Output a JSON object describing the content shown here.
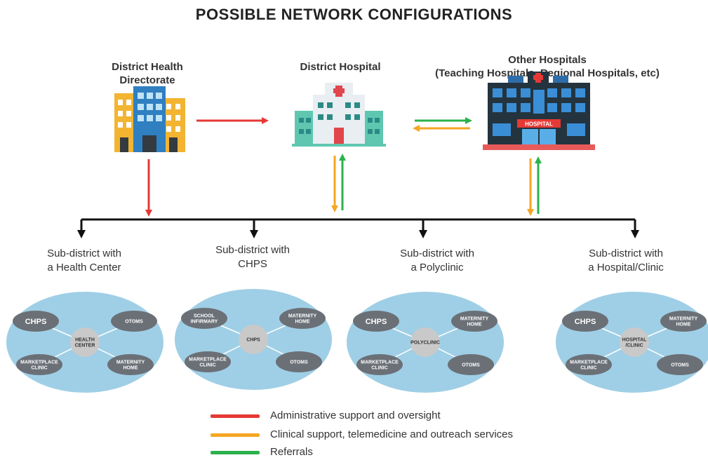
{
  "title": "POSSIBLE NETWORK CONFIGURATIONS",
  "top_nodes": {
    "dhd": {
      "line1": "District Health",
      "line2": "Directorate"
    },
    "dh": {
      "label": "District Hospital"
    },
    "oh": {
      "line1": "Other Hospitals",
      "line2": "(Teaching Hospitals, Regional Hospitals, etc)"
    }
  },
  "hospital_sign": "HOSPITAL",
  "subdistricts": [
    {
      "line1": "Sub-district with",
      "line2": "a Health Center",
      "hub": [
        "HEALTH",
        "CENTER"
      ],
      "nodes": [
        [
          "CHPS"
        ],
        [
          "OTOMS"
        ],
        [
          "MARKETPLACE",
          "CLINIC"
        ],
        [
          "MATERNITY",
          "HOME"
        ]
      ]
    },
    {
      "line1": "Sub-district with",
      "line2": "CHPS",
      "hub": [
        "CHPS"
      ],
      "nodes": [
        [
          "SCHOOL",
          "INFIRMARY"
        ],
        [
          "MATERNITY",
          "HOME"
        ],
        [
          "MARKETPLACE",
          "CLINIC"
        ],
        [
          "OTOMS"
        ]
      ]
    },
    {
      "line1": "Sub-district with",
      "line2": "a Polyclinic",
      "hub": [
        "POLYCLINIC"
      ],
      "nodes": [
        [
          "CHPS"
        ],
        [
          "MATERNITY",
          "HOME"
        ],
        [
          "MARKETPLACE",
          "CLINIC"
        ],
        [
          "OTOMS"
        ]
      ]
    },
    {
      "line1": "Sub-district with",
      "line2": "a Hospital/Clinic",
      "hub": [
        "HOSPITAL",
        "/CLINIC"
      ],
      "nodes": [
        [
          "CHPS"
        ],
        [
          "MATERNITY",
          "HOME"
        ],
        [
          "MARKETPLACE",
          "CLINIC"
        ],
        [
          "OTOMS"
        ]
      ]
    }
  ],
  "legend": [
    {
      "label": "Administrative support and oversight",
      "color": "#e53935"
    },
    {
      "label": "Clinical support, telemedicine and outreach services",
      "color": "#f5a623"
    },
    {
      "label": "Referrals",
      "color": "#2bb24c"
    }
  ],
  "colors": {
    "admin": "#e53935",
    "clinical": "#f5a623",
    "referral": "#2bb24c",
    "ellipse": "#9fcfe6",
    "node": "#6b7077",
    "hub": "#c9c9c9"
  }
}
